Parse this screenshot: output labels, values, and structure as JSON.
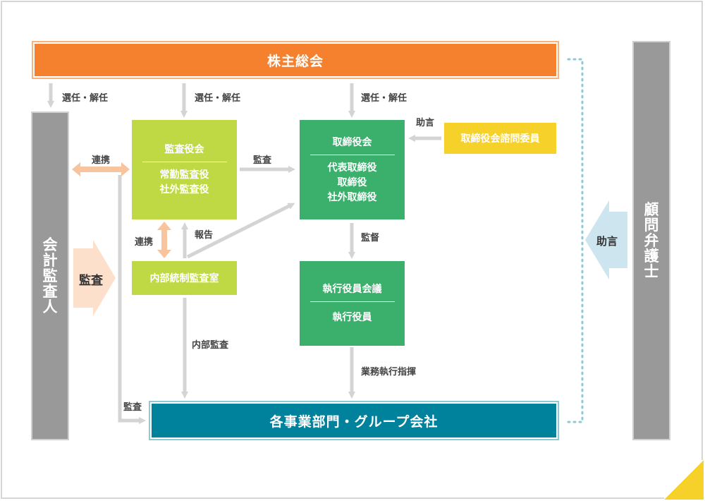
{
  "shareholders": "株主総会",
  "divisions": "各事業部門・グループ会社",
  "auditor": [
    "会",
    "計",
    "監",
    "査",
    "人"
  ],
  "lawyer": [
    "顧",
    "問",
    "弁",
    "護",
    "士"
  ],
  "audit_board": {
    "title": "監査役会",
    "lines": [
      "常勤監査役",
      "社外監査役"
    ]
  },
  "board": {
    "title": "取締役会",
    "lines": [
      "代表取締役",
      "取締役",
      "社外取締役"
    ]
  },
  "advisory": "取締役会諮問委員",
  "internal_audit": "内部統制監査室",
  "exec_meeting": {
    "title": "執行役員会議",
    "lines": [
      "執行役員"
    ]
  },
  "labels": {
    "appoint1": "選任・解任",
    "appoint2": "選任・解任",
    "appoint3": "選任・解任",
    "advice_small": "助言",
    "cooperate1": "連携",
    "audit_to_board": "監査",
    "cooperate2": "連携",
    "report": "報告",
    "supervise": "監督",
    "audit_big": "監査",
    "advice_big": "助言",
    "internal_audit_label": "内部監査",
    "exec_direction": "業務執行指揮",
    "audit_bottom": "監査"
  },
  "colors": {
    "orange": "#f5812e",
    "teal": "#00829c",
    "gray": "#999999",
    "light_green": "#bfd944",
    "dark_green": "#3baf6c",
    "yellow": "#f6d12a",
    "peach": "#fde0cc",
    "light_blue": "#cde5ee",
    "arrow": "#d4d4d4"
  }
}
